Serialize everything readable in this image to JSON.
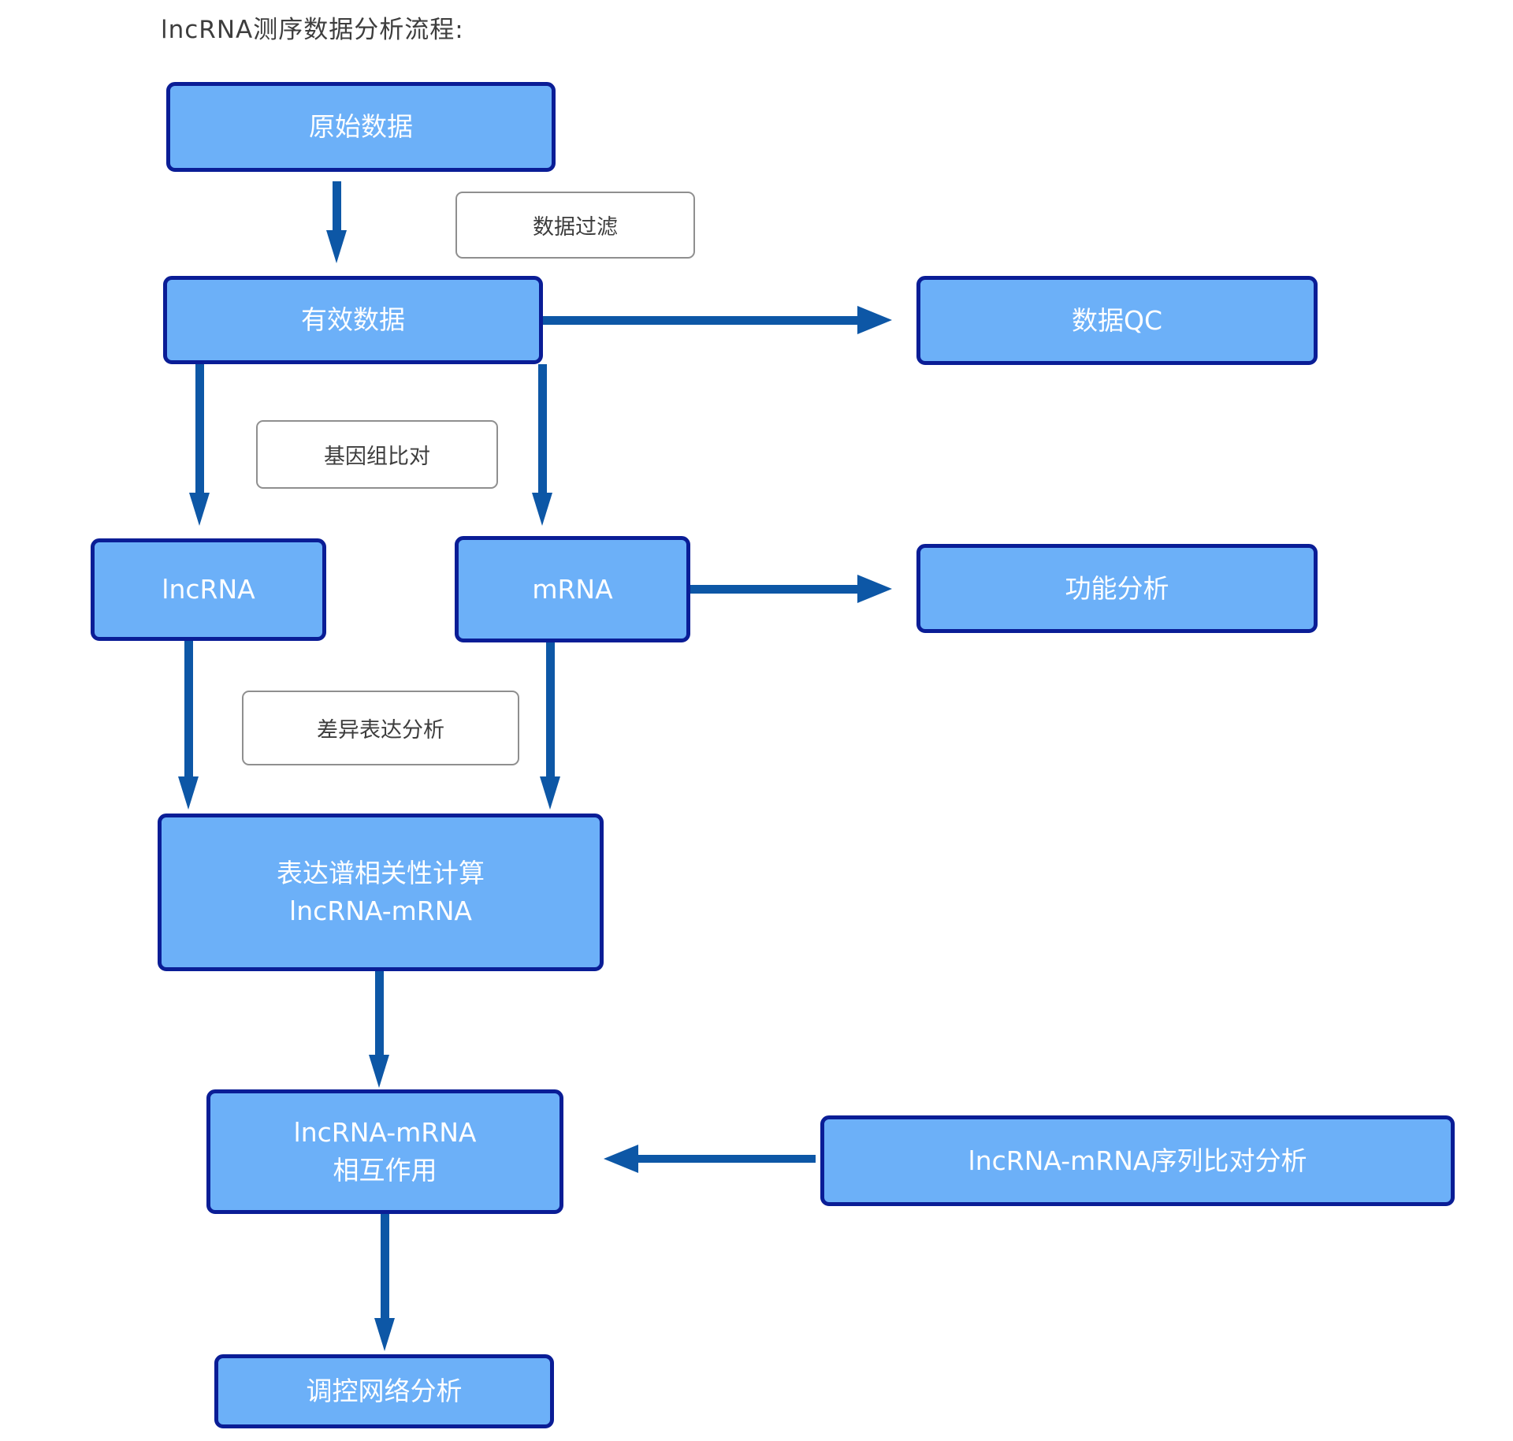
{
  "title": "lncRNA测序数据分析流程:",
  "nodes": {
    "raw_data": {
      "label": "原始数据"
    },
    "valid_data": {
      "label": "有效数据"
    },
    "data_qc": {
      "label": "数据QC"
    },
    "lncrna": {
      "label": "lncRNA"
    },
    "mrna": {
      "label": "mRNA"
    },
    "functional_analysis": {
      "label": "功能分析"
    },
    "expression_correlation": {
      "line1": "表达谱相关性计算",
      "line2": "lncRNA-mRNA"
    },
    "lncrna_mrna_interaction": {
      "line1": "lncRNA-mRNA",
      "line2": "相互作用"
    },
    "sequence_alignment": {
      "label": "lncRNA-mRNA序列比对分析"
    },
    "regulatory_network": {
      "label": "调控网络分析"
    }
  },
  "edge_labels": {
    "data_filtering": "数据过滤",
    "genome_alignment": "基因组比对",
    "differential_expression": "差异表达分析"
  },
  "edges": [
    {
      "from": "raw_data",
      "to": "valid_data",
      "label": "数据过滤"
    },
    {
      "from": "valid_data",
      "to": "data_qc",
      "label": ""
    },
    {
      "from": "valid_data",
      "to": "lncrna",
      "label": "基因组比对"
    },
    {
      "from": "valid_data",
      "to": "mrna",
      "label": "基因组比对"
    },
    {
      "from": "mrna",
      "to": "functional_analysis",
      "label": ""
    },
    {
      "from": "lncrna",
      "to": "expression_correlation",
      "label": "差异表达分析"
    },
    {
      "from": "mrna",
      "to": "expression_correlation",
      "label": "差异表达分析"
    },
    {
      "from": "expression_correlation",
      "to": "lncrna_mrna_interaction",
      "label": ""
    },
    {
      "from": "sequence_alignment",
      "to": "lncrna_mrna_interaction",
      "label": ""
    },
    {
      "from": "lncrna_mrna_interaction",
      "to": "regulatory_network",
      "label": ""
    }
  ],
  "colors": {
    "node_fill": "#6cb0f8",
    "node_border": "#0a1d96",
    "node_text": "#ffffff",
    "arrow": "#0d57a6",
    "edge_label_border": "#8f8f8f",
    "edge_label_text": "#3d3d3d",
    "title_text": "#3d3d3d",
    "background": "#ffffff"
  }
}
